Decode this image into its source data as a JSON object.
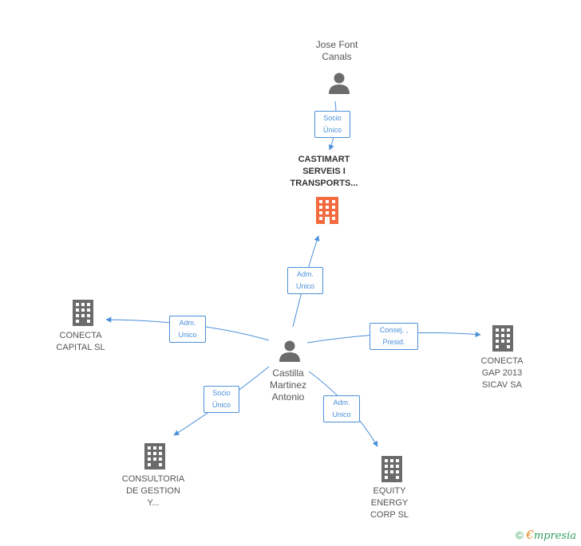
{
  "nodes": {
    "jose": {
      "name": "Jose Font\nCanals",
      "icon": "person-icon"
    },
    "castimart": {
      "name": "CASTIMART\nSERVEIS I\nTRANSPORTS...",
      "icon": "building-icon",
      "color": "#f26a3d"
    },
    "castilla": {
      "name": "Castilla\nMartinez\nAntonio",
      "icon": "person-icon"
    },
    "conecta_capital": {
      "name": "CONECTA\nCAPITAL SL",
      "icon": "building-icon"
    },
    "conecta_gap": {
      "name": "CONECTA\nGAP 2013\nSICAV SA",
      "icon": "building-icon"
    },
    "consultoria": {
      "name": "CONSULTORIA\nDE GESTION\nY...",
      "icon": "building-icon"
    },
    "equity": {
      "name": "EQUITY\nENERGY\nCORP SL",
      "icon": "building-icon"
    }
  },
  "edges": {
    "jose_castimart": "Socio\nÚnico",
    "castilla_castimart": "Adm.\nUnico",
    "castilla_conecta_capital": "Adm.\nUnico",
    "castilla_conecta_gap": "Consej. ,\nPresid.",
    "castilla_consultoria": "Socio\nÚnico",
    "castilla_equity": "Adm.\nUnico"
  },
  "colors": {
    "edge": "#4a90d9",
    "icon": "#6b6b6b",
    "main_icon": "#f26a3d"
  },
  "footer": {
    "copyright_symbol": "©",
    "brand_e": "€",
    "brand_rest": "mpresia"
  }
}
